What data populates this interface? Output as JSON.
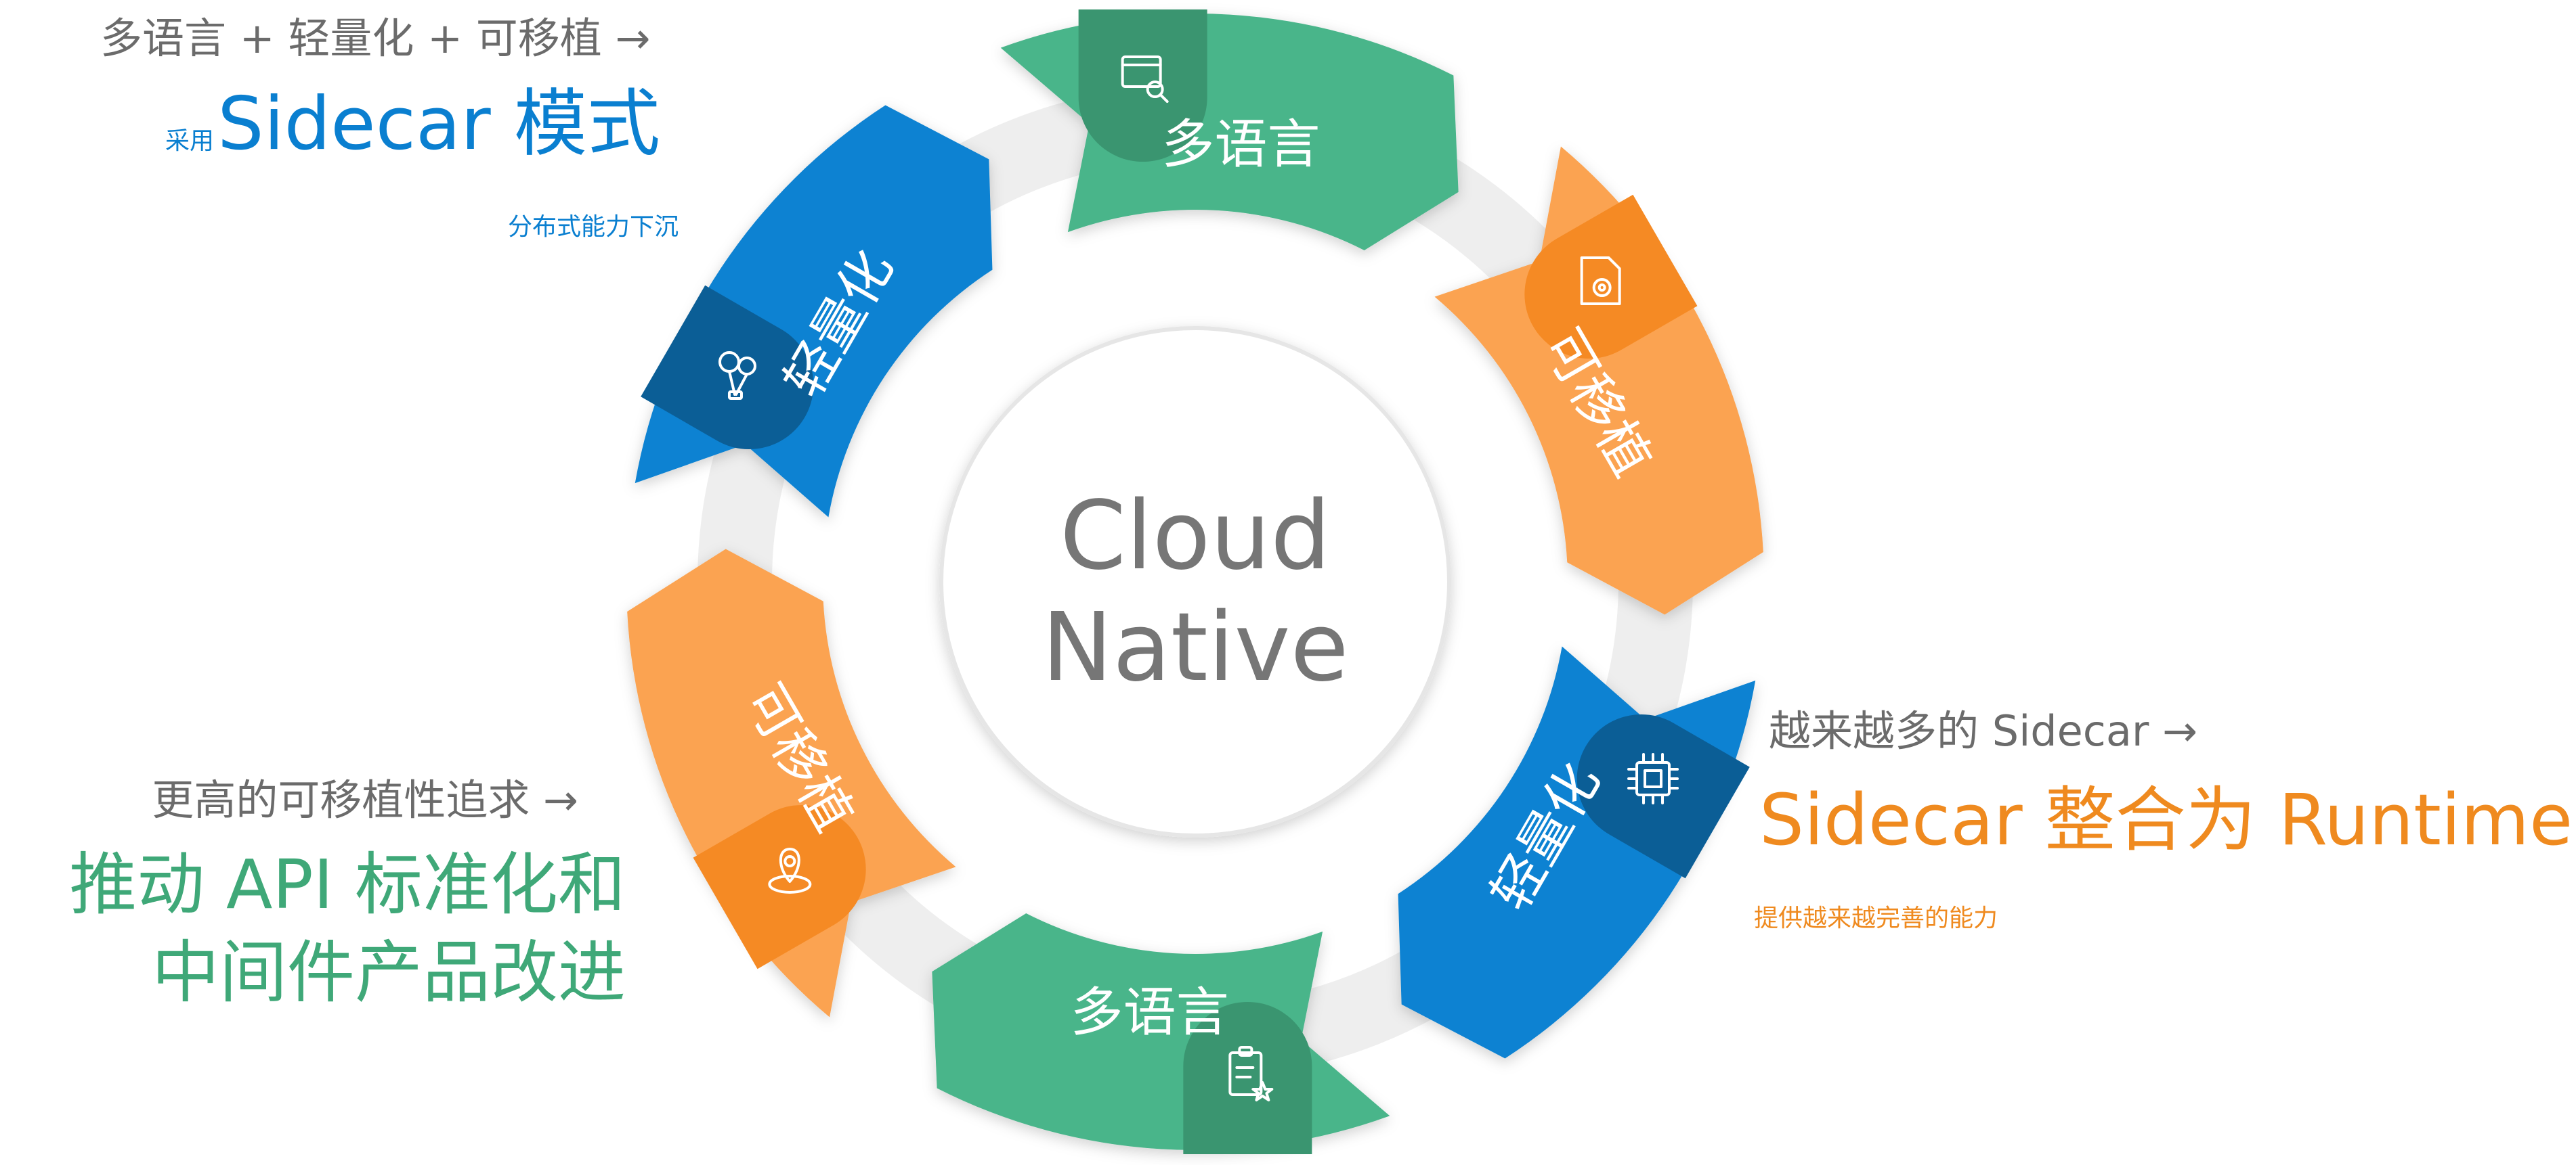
{
  "center": {
    "line1": "Cloud",
    "line2": "Native"
  },
  "segments": [
    {
      "id": "top",
      "label": "多语言",
      "icon": "browser-search-icon",
      "color": "#4ab58a",
      "tab_color": "#3a9570"
    },
    {
      "id": "upper-right",
      "label": "可移植",
      "icon": "document-gear-icon",
      "color": "#fba351",
      "tab_color": "#f58a24"
    },
    {
      "id": "lower-right",
      "label": "轻量化",
      "icon": "chip-icon",
      "color": "#0a82d2",
      "tab_color": "#0b5e96"
    },
    {
      "id": "bottom",
      "label": "多语言",
      "icon": "clipboard-star-icon",
      "color": "#4ab58a",
      "tab_color": "#3a9570"
    },
    {
      "id": "lower-left",
      "label": "可移植",
      "icon": "location-pin-icon",
      "color": "#fba351",
      "tab_color": "#f58a24"
    },
    {
      "id": "upper-left",
      "label": "轻量化",
      "icon": "balloons-icon",
      "color": "#0a82d2",
      "tab_color": "#0b5e96"
    }
  ],
  "annotations": {
    "top_left": {
      "line1": "多语言 + 轻量化 + 可移植 →",
      "line2_small": "采用",
      "line2_big": "Sidecar 模式",
      "line3": "分布式能力下沉"
    },
    "bottom_left": {
      "line1": "更高的可移植性追求 →",
      "line2": "推动 API 标准化和",
      "line3": "中间件产品改进"
    },
    "right": {
      "line1": "越来越多的 Sidecar →",
      "line2": "Sidecar 整合为 Runtime",
      "line3": "提供越来越完善的能力"
    }
  },
  "colors": {
    "green": "#4ab58a",
    "orange": "#fba351",
    "blue": "#0a82d2",
    "text_gray": "#6b6b6b",
    "text_blue": "#0a7fd0",
    "text_orange": "#ef8a1f",
    "text_green": "#3fa878"
  }
}
